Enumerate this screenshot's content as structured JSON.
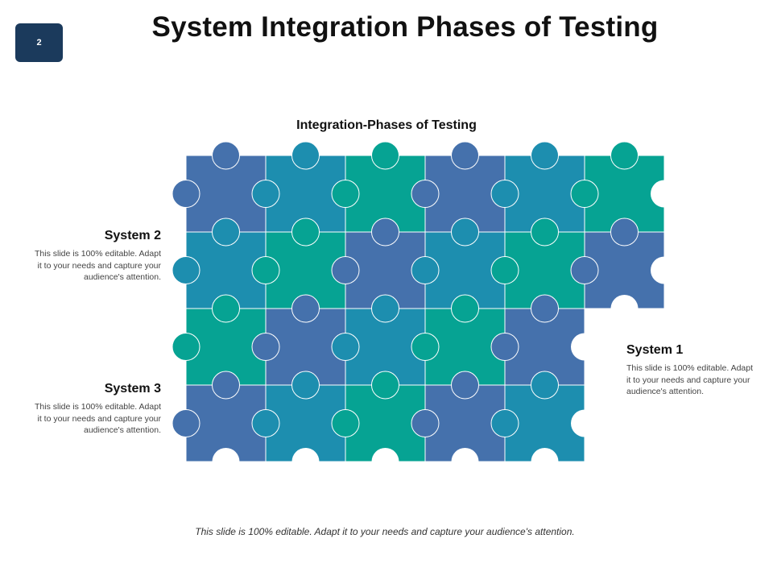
{
  "slide_number": "2",
  "title": "System Integration Phases of Testing",
  "diagram_title": "Integration-Phases of Testing",
  "systems": [
    {
      "name": "System 2",
      "description": "This slide is 100% editable. Adapt it to your needs and capture your audience's attention."
    },
    {
      "name": "System 3",
      "description": "This slide is 100% editable. Adapt it to your needs and capture your audience's attention."
    },
    {
      "name": "System 1",
      "description": "This slide is 100% editable. Adapt it to your needs and capture your audience's attention."
    }
  ],
  "footer": "This slide is 100% editable. Adapt it to your needs and capture your audience's attention.",
  "colors": {
    "badge": "#1B3A5C",
    "blue": "#4571AC",
    "teal": "#1D8EAF",
    "green": "#06A393",
    "edge": "#ffffff"
  },
  "puzzle": {
    "rows": [
      [
        "blue",
        "teal",
        "green",
        "blue",
        "teal",
        "green"
      ],
      [
        "teal",
        "green",
        "blue",
        "teal",
        "green",
        "blue"
      ],
      [
        "green",
        "blue",
        "teal",
        "green",
        "blue"
      ],
      [
        "blue",
        "teal",
        "green",
        "blue",
        "teal"
      ]
    ]
  }
}
